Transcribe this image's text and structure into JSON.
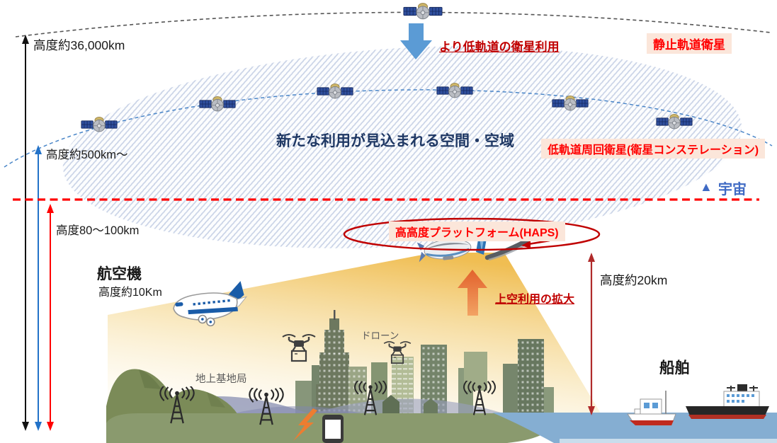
{
  "scale_labels": {
    "geo_altitude": "高度約36,000km",
    "leo_altitude": "高度約500km〜",
    "karman_altitude": "高度80〜100km",
    "haps_altitude": "高度約20km"
  },
  "space_zone": {
    "title": "新たな利用が見込まれる空間・空域",
    "transition": "より低軌道の衛星利用",
    "geo_tag": "静止軌道衛星",
    "leo_tag": "低軌道周回衛星(衛星コンステレーション)",
    "boundary_marker": "▲",
    "boundary_label": "宇宙"
  },
  "haps_zone": {
    "tag": "高高度プラットフォーム(HAPS)",
    "expansion": "上空利用の拡大"
  },
  "surface": {
    "aircraft": "航空機",
    "aircraft_altitude": "高度約10Km",
    "drone": "ドローン",
    "base_station": "地上基地局",
    "ship": "船舶"
  },
  "colors": {
    "red_accent": "#ff0000",
    "dark_red": "#c00000",
    "pink_box_bg": "#fbe6da",
    "navy_title": "#1f3864",
    "space_blue": "#3f6ac4",
    "arrow_blue": "#5b9bd5",
    "orbit_blue": "#4a86c8",
    "sea_blue": "#85aed2",
    "beam_yellow": "#f0bd4e",
    "orange": "#ed7d31",
    "land_green": "#8a9a6e"
  }
}
